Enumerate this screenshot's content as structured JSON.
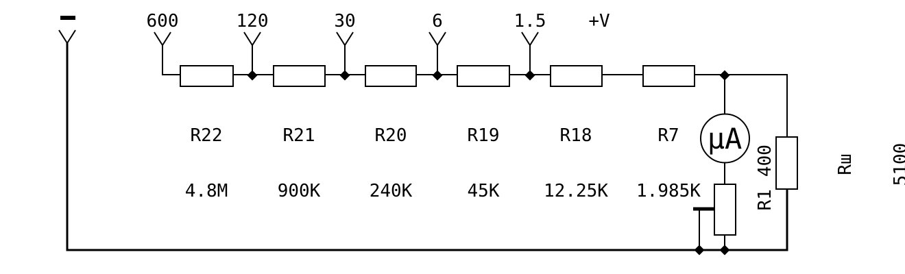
{
  "diagram": {
    "kind": "circuit-schematic",
    "subject": "multi-range voltmeter divider with microammeter",
    "line_color": "#000000",
    "background_color": "#ffffff"
  },
  "terminals": {
    "negative_label": "-",
    "taps": [
      {
        "label": "600"
      },
      {
        "label": "120"
      },
      {
        "label": "30"
      },
      {
        "label": "6"
      },
      {
        "label": "1.5"
      }
    ],
    "supply_label": "+V"
  },
  "series_resistors": [
    {
      "name": "R22",
      "value": "4.8M"
    },
    {
      "name": "R21",
      "value": "900K"
    },
    {
      "name": "R20",
      "value": "240K"
    },
    {
      "name": "R19",
      "value": "45K"
    },
    {
      "name": "R18",
      "value": "12.25K"
    },
    {
      "name": "R7",
      "value": "1.985K"
    }
  ],
  "meter": {
    "label": "µA"
  },
  "rheostat": {
    "name": "R1",
    "value": "400"
  },
  "shunt": {
    "name": "Rш",
    "value": "5100"
  }
}
